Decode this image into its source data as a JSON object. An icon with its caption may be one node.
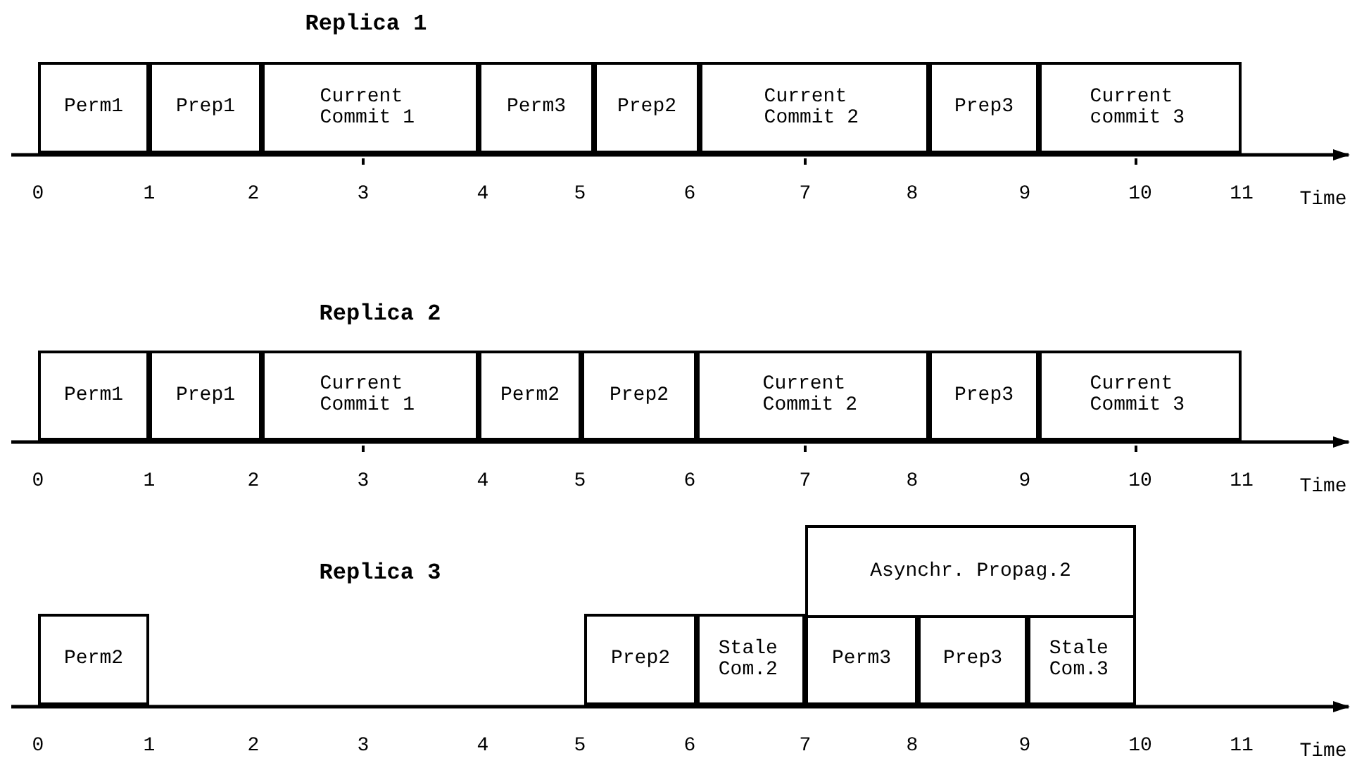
{
  "diagram": {
    "nodes": [
      {
        "text": [
          "Perm1"
        ]
      },
      {
        "text": [
          "Prep1"
        ]
      },
      {
        "text": [
          "Current Commit 1"
        ]
      },
      {
        "text": [
          "Perm3"
        ]
      },
      {
        "text": [
          "Prep2"
        ]
      },
      {
        "text": [
          "Current Commit 2"
        ]
      },
      {
        "text": [
          "Prep3"
        ]
      },
      {
        "text": [
          "Current commit 3"
        ]
      },
      {
        "text": [
          "Perm1"
        ]
      },
      {
        "text": [
          "Prep1"
        ]
      },
      {
        "text": [
          "Current Commit 1"
        ]
      },
      {
        "text": [
          "Perm2"
        ]
      },
      {
        "text": [
          "Prep2"
        ]
      },
      {
        "text": [
          "Current Commit 2"
        ]
      },
      {
        "text": [
          "Prep3"
        ]
      },
      {
        "text": [
          "Current Commit 3"
        ]
      },
      {
        "text": [
          "Asynchr. Propag.2"
        ]
      },
      {
        "text": [
          "Perm2"
        ]
      },
      {
        "text": [
          "Prep2"
        ]
      },
      {
        "text": [
          "Stale Com.2"
        ]
      },
      {
        "text": [
          "Perm3"
        ]
      },
      {
        "text": [
          "Prep3"
        ]
      },
      {
        "text": [
          "Stale Com.3"
        ]
      }
    ],
    "edges": [],
    "labels": [
      "Replica 1",
      "0",
      "1",
      "2",
      "3",
      "4",
      "5",
      "6",
      "7",
      "8",
      "9",
      "10",
      "11",
      "Time",
      "Replica 2",
      "0",
      "1",
      "2",
      "3",
      "4",
      "5",
      "6",
      "7",
      "8",
      "9",
      "10",
      "11",
      "Time",
      "Replica 3",
      "0",
      "1",
      "2",
      "3",
      "4",
      "5",
      "6",
      "7",
      "8",
      "9",
      "10",
      "11",
      "Time"
    ]
  }
}
